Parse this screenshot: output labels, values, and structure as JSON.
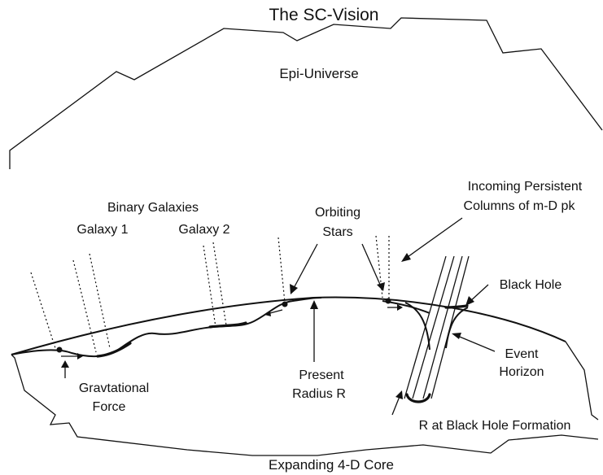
{
  "title": "The SC-Vision",
  "regions": {
    "epi": "Epi-Universe",
    "core": "Expanding 4-D Core"
  },
  "labels": {
    "binary_galaxies": "Binary Galaxies",
    "galaxy1": "Galaxy 1",
    "galaxy2": "Galaxy 2",
    "orbiting_1": "Orbiting",
    "orbiting_2": "Stars",
    "incoming_1": "Incoming Persistent",
    "incoming_2": "Columns of m-D pk",
    "black_hole": "Black Hole",
    "event_1": "Event",
    "event_2": "Horizon",
    "grav_1": "Gravtational",
    "grav_2": "Force",
    "present_1": "Present",
    "present_2": "Radius R",
    "r_formation": "R at Black Hole Formation"
  }
}
